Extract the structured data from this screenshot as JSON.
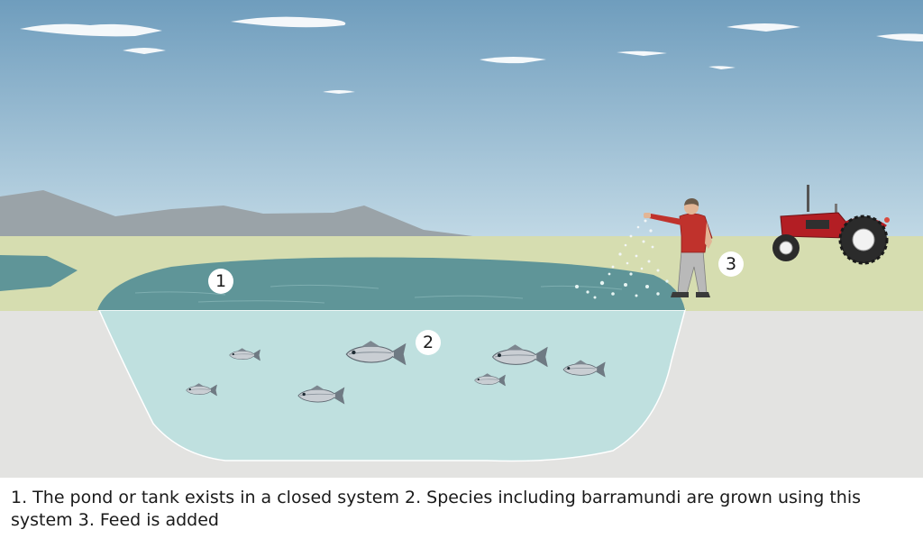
{
  "markers": [
    {
      "id": "1",
      "label": "1"
    },
    {
      "id": "2",
      "label": "2"
    },
    {
      "id": "3",
      "label": "3"
    }
  ],
  "caption": "1. The pond or tank exists in a closed system 2. Species including barramundi are grown using this system 3. Feed is added",
  "colors": {
    "sky_top": "#6f9dbd",
    "sky_bottom": "#c4dbe7",
    "mountains": "#9aa3a8",
    "grass": "#d6ddb0",
    "ground_section": "#e3e3e1",
    "pond_surface": "#5f9598",
    "pond_underwater": "#bfe0df",
    "tractor_red": "#b31e24",
    "shirt_red": "#c0322c"
  },
  "icons": [
    "fish-icon",
    "farmer-figure",
    "tractor-icon",
    "feed-pellets",
    "cloud",
    "mountain-range"
  ]
}
